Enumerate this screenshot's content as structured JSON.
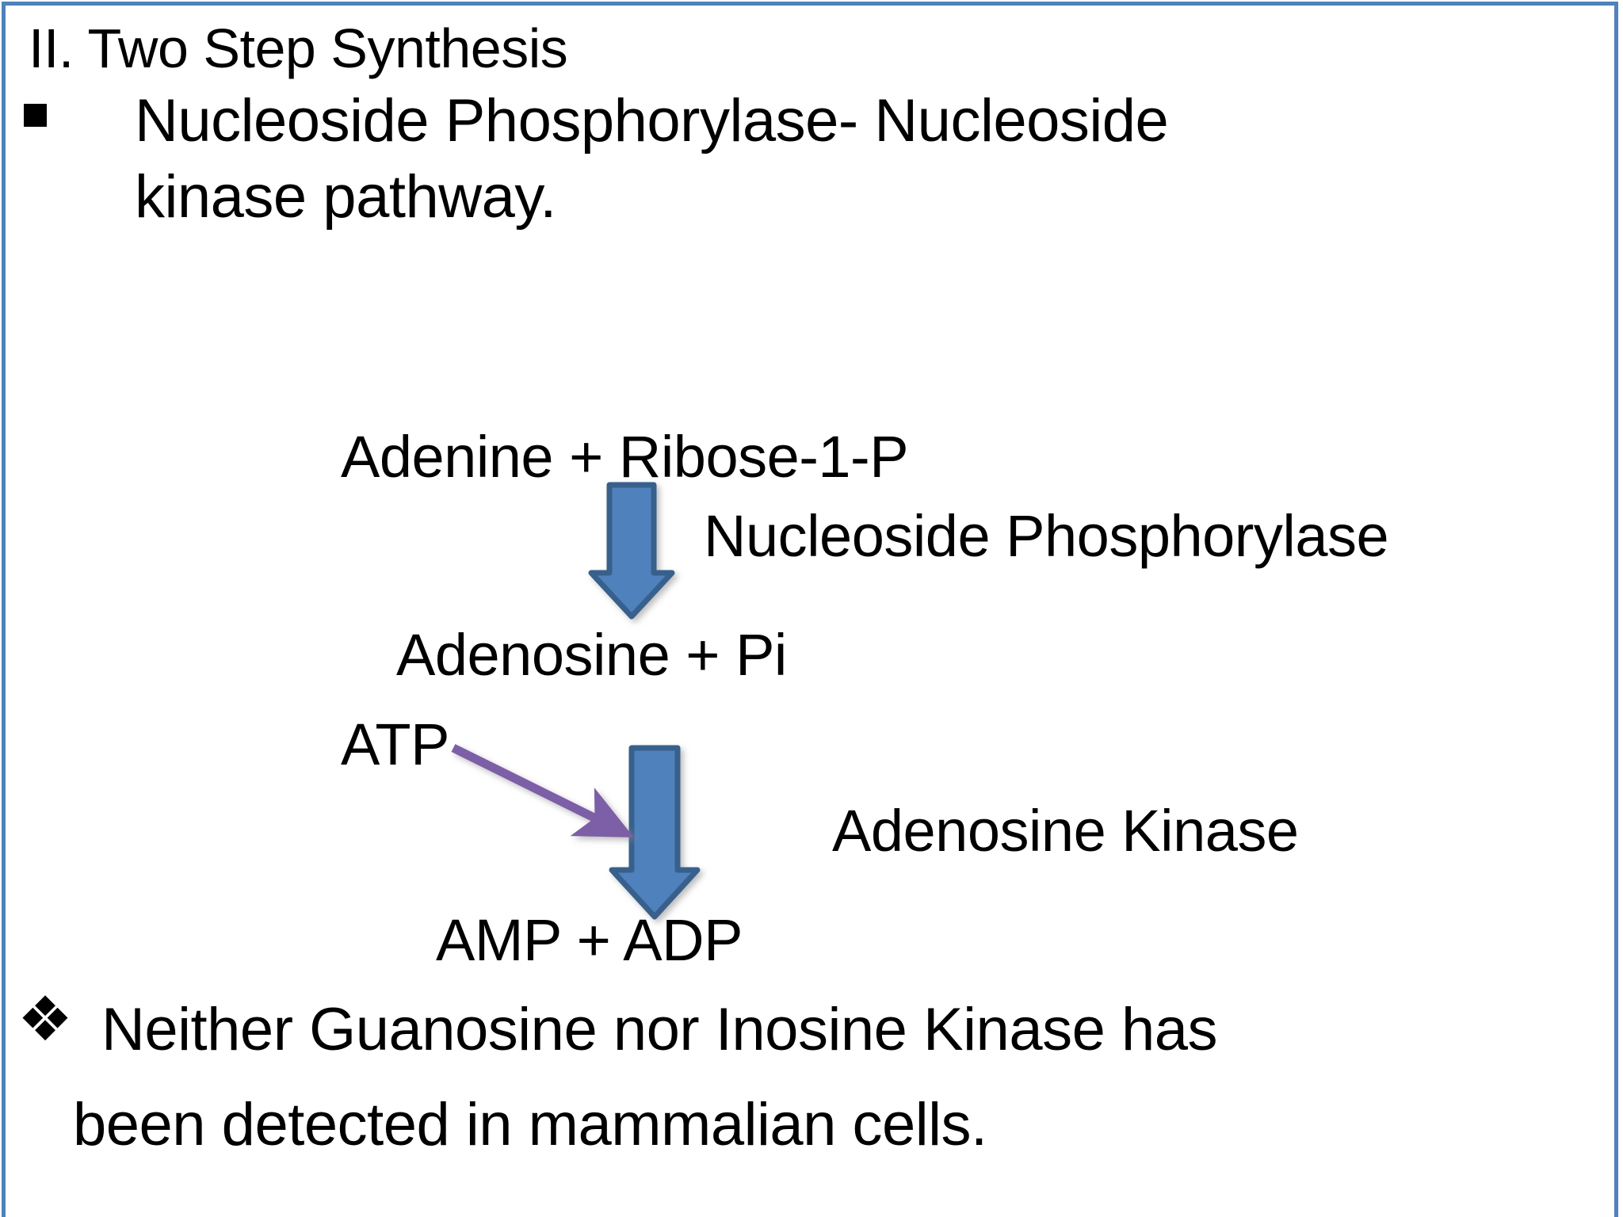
{
  "slide": {
    "title": "II. Two Step Synthesis",
    "border_color": "#4F81BD",
    "background_color": "#FFFFFF"
  },
  "bullets": [
    {
      "marker": "square-bullet",
      "marker_glyph": "▪",
      "lines": [
        "Nucleoside Phosphorylase- Nucleoside",
        "kinase pathway."
      ]
    },
    {
      "marker": "diamond-flower-bullet",
      "marker_glyph": "❖",
      "lines": [
        "Neither Guanosine nor Inosine Kinase has",
        "been detected in mammalian cells."
      ]
    }
  ],
  "scheme": {
    "reactants_top": "Adenine + Ribose-1-P",
    "enzyme_step1": "Nucleoside Phosphorylase",
    "intermediate": "Adenosine + Pi",
    "cofactor": "ATP",
    "enzyme_step2": "Adenosine Kinase",
    "products": "AMP + ADP",
    "arrows": {
      "step1": {
        "name": "down-arrow-step1",
        "color_fill": "#4F81BD",
        "color_stroke": "#38618C"
      },
      "step2": {
        "name": "down-arrow-step2",
        "color_fill": "#4F81BD",
        "color_stroke": "#38618C"
      },
      "atp_input": {
        "name": "atp-input-arrow",
        "color": "#7B5EA7"
      }
    }
  }
}
